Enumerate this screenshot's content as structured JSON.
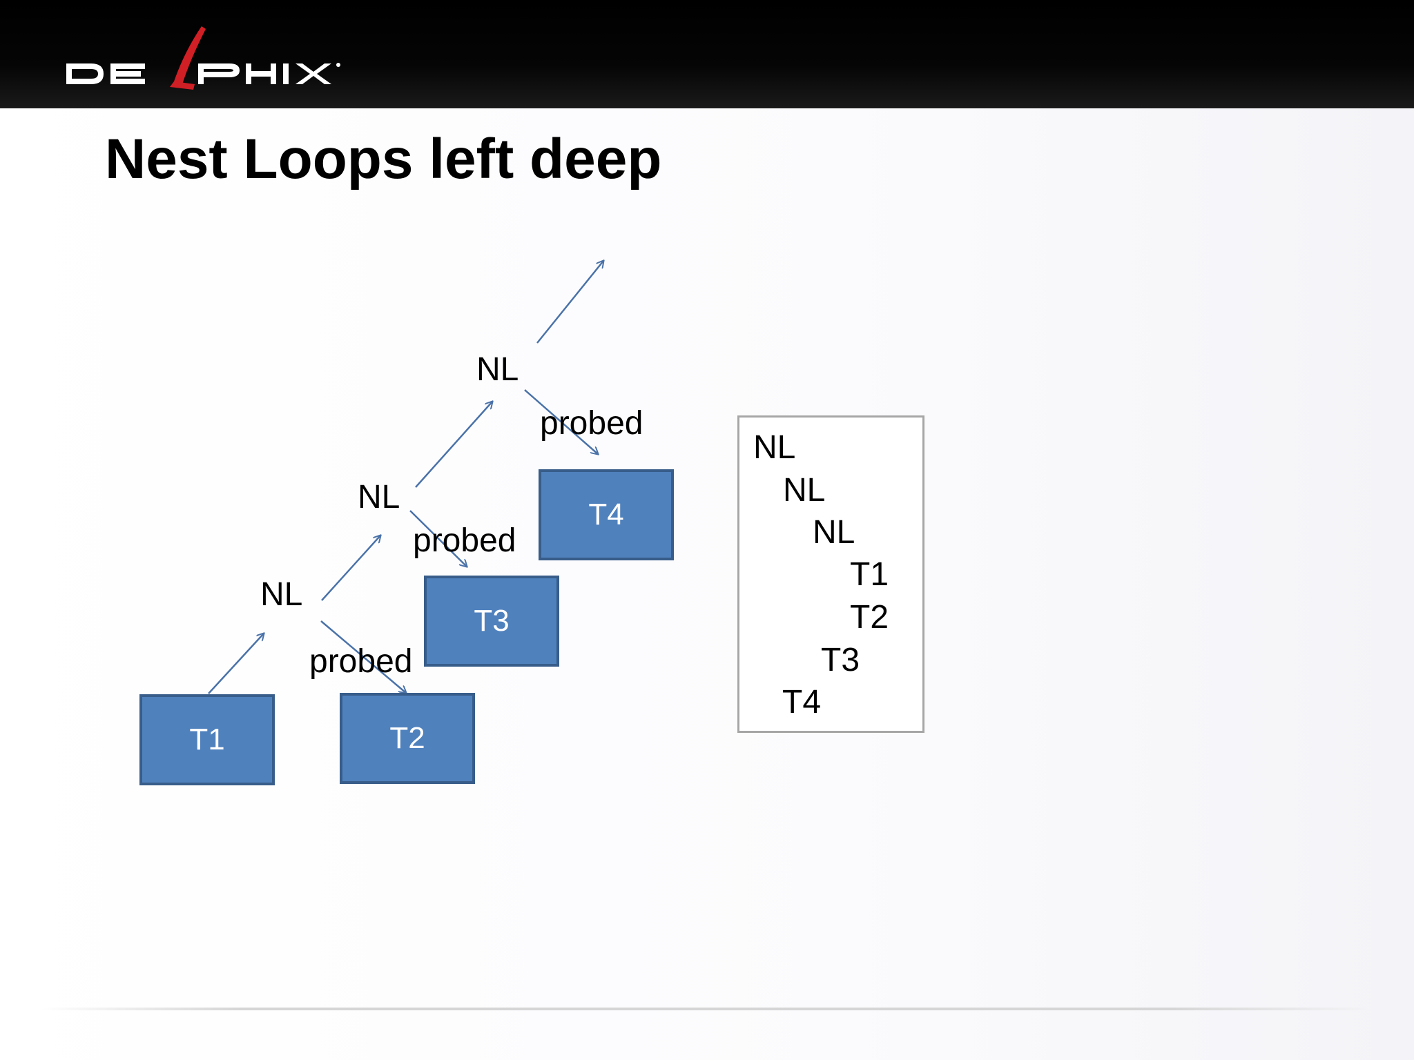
{
  "header": {
    "logo_text": "DELPHIX"
  },
  "slide": {
    "title": "Nest Loops left deep"
  },
  "tree": {
    "nodes": {
      "nl_top": "NL",
      "nl_mid": "NL",
      "nl_low": "NL"
    },
    "tables": {
      "t1": "T1",
      "t2": "T2",
      "t3": "T3",
      "t4": "T4"
    },
    "edge_labels": {
      "probed_top": "probed",
      "probed_mid": "probed",
      "probed_low": "probed"
    }
  },
  "plan": {
    "lines": [
      "NL",
      "NL",
      "NL",
      "T1",
      "T2",
      "T3",
      "T4"
    ]
  },
  "colors": {
    "table_fill": "#4f81bd",
    "table_border": "#385d8a",
    "arrow": "#4a72a8",
    "logo_accent": "#d11f26"
  }
}
